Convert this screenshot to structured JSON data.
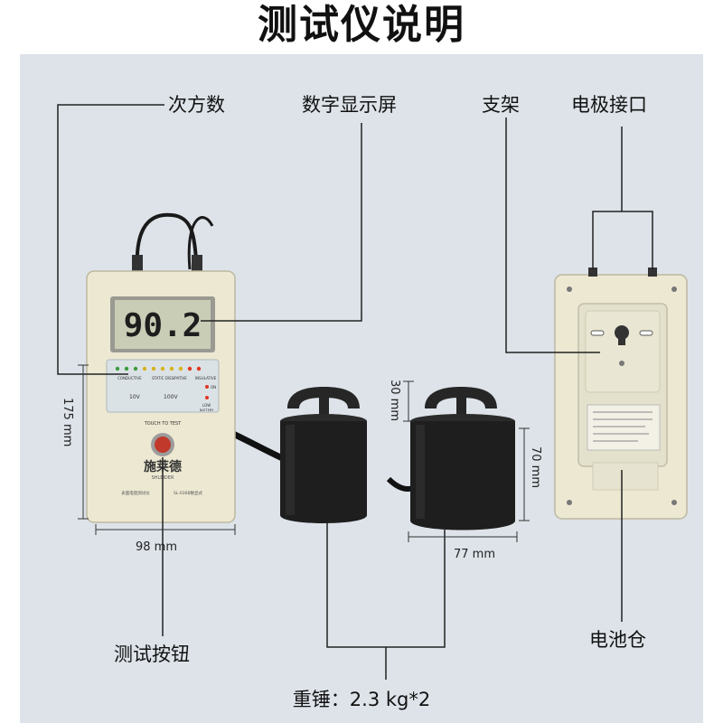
{
  "title": "测试仪说明",
  "labels": {
    "power": "次方数",
    "display": "数字显示屏",
    "stand": "支架",
    "electrode_port": "电极接口",
    "test_button": "测试按钮",
    "battery": "电池仓"
  },
  "dimensions": {
    "height": "175 mm",
    "width": "98 mm",
    "handle": "30 mm",
    "weight_height": "70 mm",
    "weight_diameter": "77 mm"
  },
  "weight_note": "重锤：2.3 kg*2",
  "device": {
    "reading": "90.2",
    "left_range": "10V",
    "right_range": "100V",
    "test_caption": "TOUCH TO TEST",
    "brand": "施莱德",
    "brand_sub": "SHLEIDER",
    "model": "SL-030B数显式",
    "model_prefix": "表面电阻测试仪",
    "indicator_left": "CONDUCTIVE",
    "indicator_mid": "STATIC DISSIPATIVE",
    "indicator_right": "INSULATIVE",
    "led_on": "ON",
    "led_low": "LOW",
    "led_battery": "BATTERY"
  },
  "colors": {
    "panel": "#dde3e9",
    "device_body": "#ece8d2",
    "lcd": "#c9cdb6",
    "weight": "#1e1e1e",
    "button": "#c0392b"
  }
}
